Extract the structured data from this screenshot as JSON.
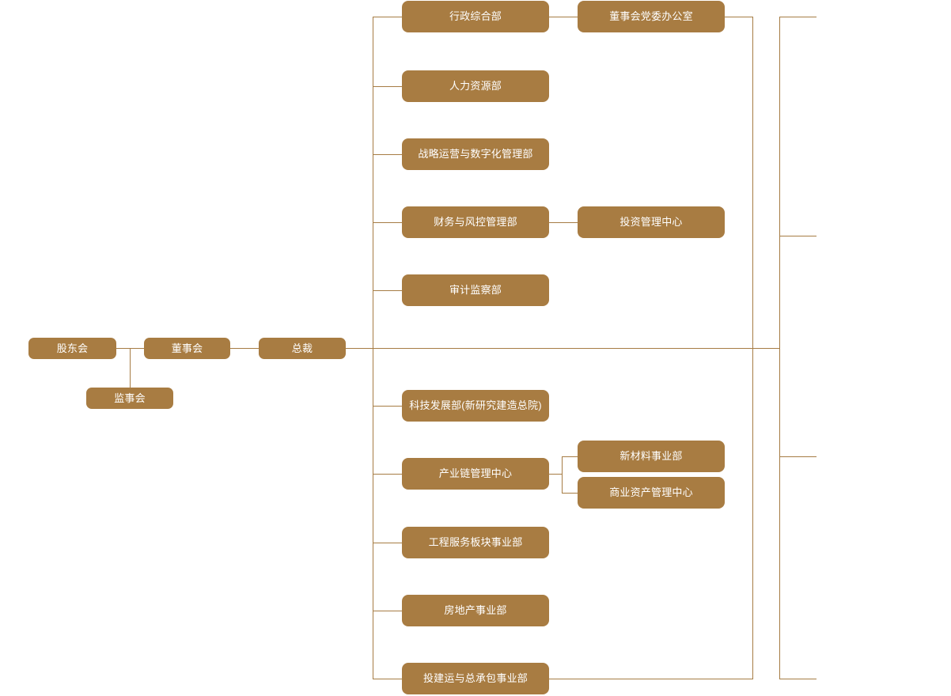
{
  "chart_title": "",
  "colors": {
    "node_fill": "#a87c42",
    "node_text": "#ffffff",
    "connector": "#a67c44",
    "background": "#ffffff"
  },
  "governance": {
    "shareholders_meeting": "股东会",
    "board_of_directors": "董事会",
    "supervisory_board": "监事会",
    "president": "总裁"
  },
  "board_office": {
    "label": "董事会党委办公室"
  },
  "functional_departments": [
    {
      "label": "行政综合部"
    },
    {
      "label": "人力资源部"
    },
    {
      "label": "战略运营与数字化管理部"
    },
    {
      "label": "财务与风控管理部"
    },
    {
      "label": "审计监察部"
    }
  ],
  "functional_sub_units": [
    {
      "label": "投资管理中心",
      "parent": "财务与风控管理部"
    }
  ],
  "business_units": [
    {
      "label": "科技发展部(新研究建造总院)"
    },
    {
      "label": "产业链管理中心"
    },
    {
      "label": "工程服务板块事业部"
    },
    {
      "label": "房地产事业部"
    },
    {
      "label": "投建运与总承包事业部"
    }
  ],
  "business_sub_units": [
    {
      "label": "新材料事业部",
      "parent": "产业链管理中心"
    },
    {
      "label": "商业资产管理中心",
      "parent": "产业链管理中心"
    }
  ]
}
